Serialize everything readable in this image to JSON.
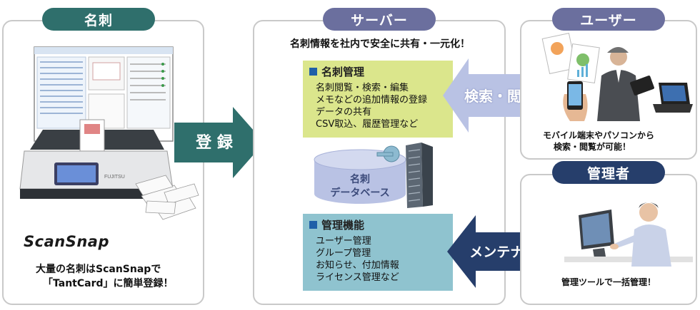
{
  "card_panel": {
    "title": "名刺",
    "brand": "ScanSnap",
    "caption_line1": "大量の名刺はScanSnapで",
    "caption_line2": "「TantCard」に簡単登録！"
  },
  "register_arrow": {
    "label": "登 録"
  },
  "server_panel": {
    "title": "サーバー",
    "headline": "名刺情報を社内で安全に共有・一元化！",
    "card_mgmt": {
      "title": "名刺管理",
      "items": [
        "名刺閲覧・検索・編集",
        "メモなどの追加情報の登録",
        "データの共有",
        "CSV取込、履歴管理など"
      ]
    },
    "db_label_line1": "名刺",
    "db_label_line2": "データベース",
    "admin_func": {
      "title": "管理機能",
      "items": [
        "ユーザー管理",
        "グループ管理",
        "お知らせ、付加情報",
        "ライセンス管理など"
      ]
    }
  },
  "search_arrow": {
    "label": "検索・閲覧"
  },
  "maintenance_arrow": {
    "label": "メンテナンス"
  },
  "user_panel": {
    "title": "ユーザー",
    "caption_line1": "モバイル端末やパソコンから",
    "caption_line2": "検索・閲覧が可能！"
  },
  "admin_panel": {
    "title": "管理者",
    "caption": "管理ツールで一括管理！"
  },
  "colors": {
    "teal": "#2f6f6c",
    "navy": "#263e6b",
    "lavender": "#6b6f9e",
    "green_box": "#dbe68c",
    "blue_box": "#8fc3cf",
    "soft_arrow": "#b9c2e4",
    "title_square": "#1f5fa8"
  }
}
